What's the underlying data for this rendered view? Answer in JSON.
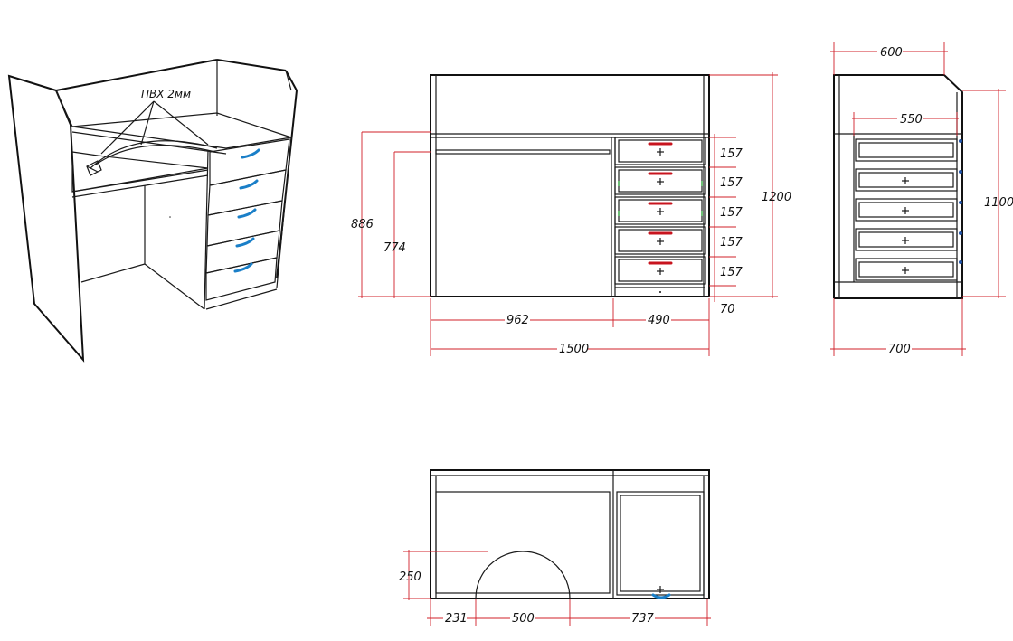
{
  "annotation": {
    "edge_note": "ПВХ 2мм"
  },
  "front_view": {
    "width_total": "1500",
    "width_left": "962",
    "width_right": "490",
    "height_total": "1200",
    "height_desk": "886",
    "height_inner": "774",
    "drawer_heights": [
      "157",
      "157",
      "157",
      "157",
      "157"
    ],
    "plinth": "70"
  },
  "side_view": {
    "top_depth": "600",
    "inner_depth": "550",
    "depth_total": "700",
    "height": "1100"
  },
  "plan_view": {
    "cutout_depth": "250",
    "offset_left": "231",
    "cutout_width": "500",
    "offset_right": "737"
  },
  "colors": {
    "handle_iso": "#1a7fc8",
    "handle_front": "#c8141e",
    "dimension_line": "#d0202a",
    "marker": "#2bb33a"
  }
}
